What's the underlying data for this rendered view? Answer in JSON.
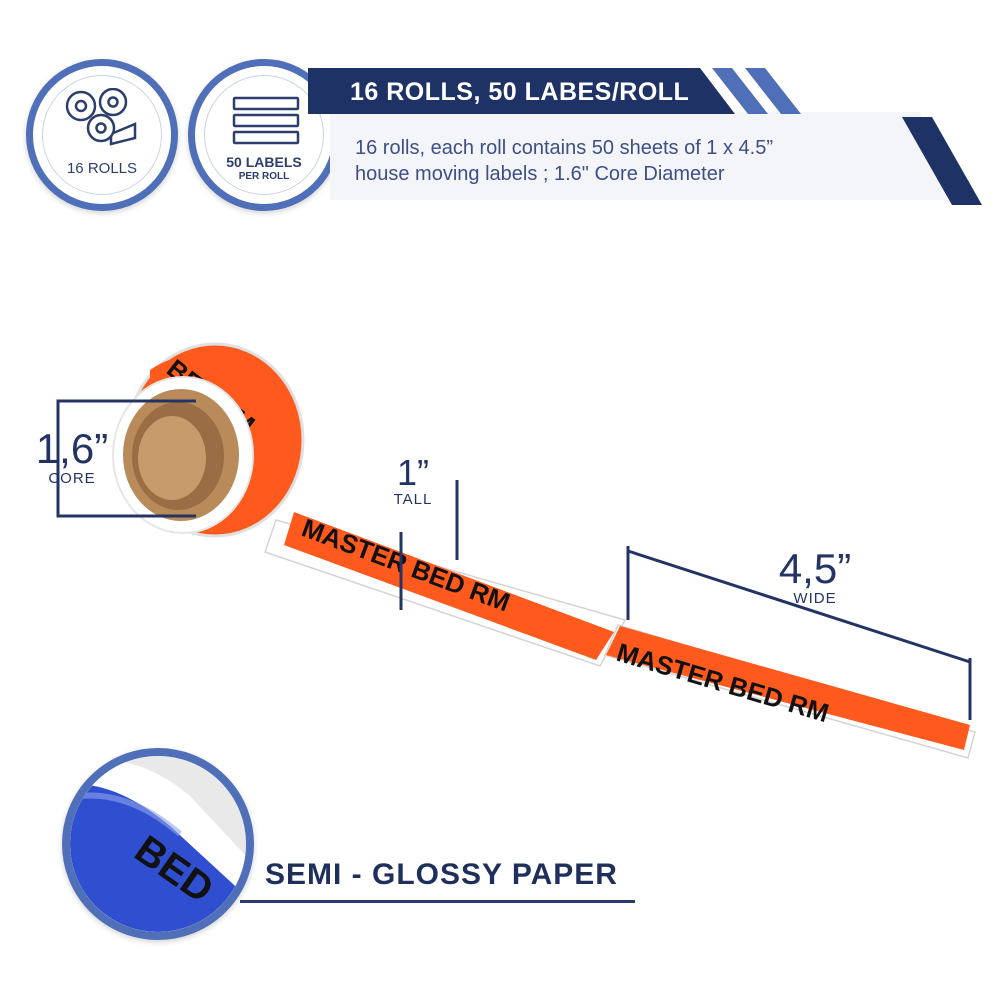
{
  "badges": {
    "rolls": {
      "label": "16 ROLLS"
    },
    "labels": {
      "line1": "50 LABELS",
      "line2": "PER ROLL"
    }
  },
  "banner": {
    "title": "16 ROLLS, 50 LABES/ROLL",
    "description_line1": "16 rolls, each roll contains 50 sheets of 1 x 4.5”",
    "description_line2": "house moving labels ; 1.6\" Core Diameter"
  },
  "product": {
    "label_text": "MASTER BED RM",
    "label_text_partial": "BED RM",
    "zoom_text": "BED"
  },
  "dimensions": {
    "core": {
      "value": "1,6”",
      "caption": "CORE"
    },
    "tall": {
      "value": "1”",
      "caption": "TALL"
    },
    "wide": {
      "value": "4,5”",
      "caption": "WIDE"
    }
  },
  "feature": {
    "label": "SEMI - GLOSSY PAPER"
  },
  "colors": {
    "navy": "#1f3266",
    "accent_blue": "#4f6fb8",
    "label_orange": "#ff5a1e",
    "zoom_blue": "#2f4fd0"
  },
  "icons": [
    "rolls-icon",
    "label-sheets-icon"
  ]
}
